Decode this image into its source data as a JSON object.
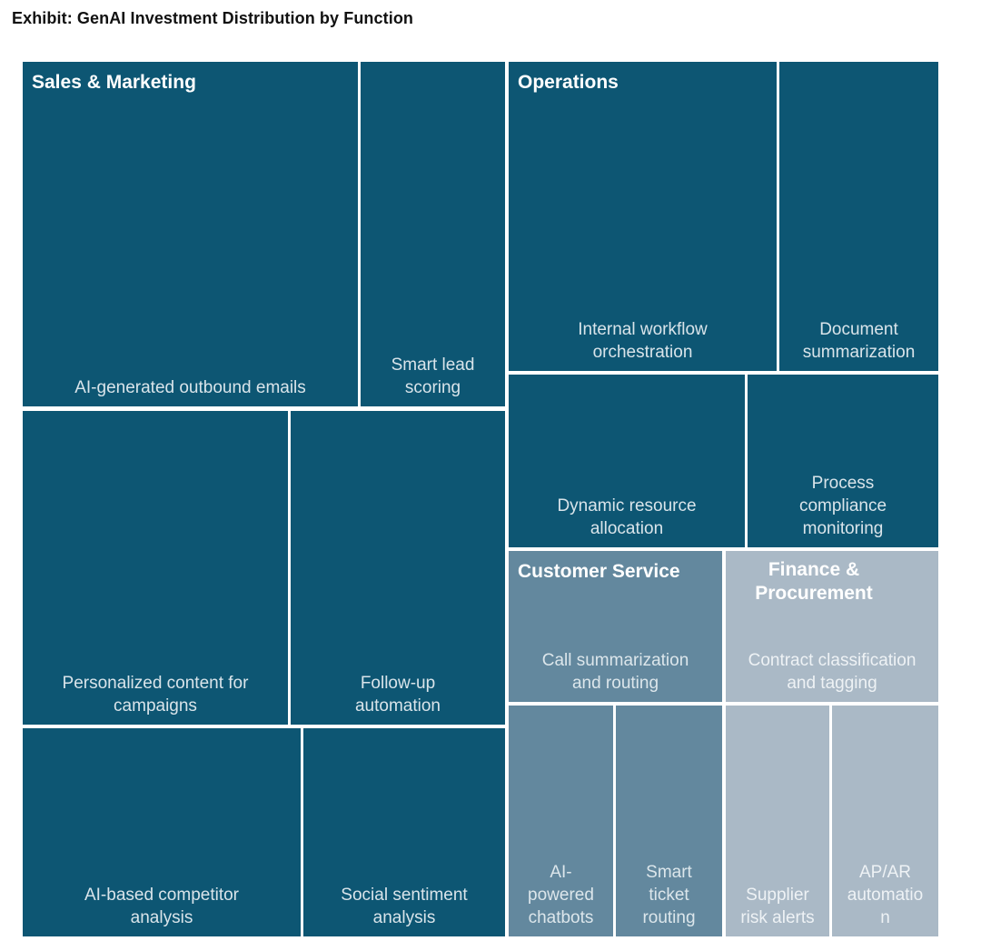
{
  "title": "Exhibit: GenAI Investment Distribution by Function",
  "chart_data": {
    "type": "treemap",
    "title": "Exhibit: GenAI Investment Distribution by Function",
    "legend": "none",
    "value_labels_shown": false,
    "groups": [
      {
        "name": "Sales & Marketing",
        "color": "#0d5673",
        "area_share_pct_est": 53,
        "items": [
          {
            "label": "AI-generated outbound emails",
            "area_share_pct_est": 15
          },
          {
            "label": "Smart lead scoring",
            "area_share_pct_est": 6
          },
          {
            "label": "Personalized content for campaigns",
            "area_share_pct_est": 11
          },
          {
            "label": "Follow-up automation",
            "area_share_pct_est": 9
          },
          {
            "label": "AI-based competitor analysis",
            "area_share_pct_est": 7
          },
          {
            "label": "Social sentiment analysis",
            "area_share_pct_est": 5
          }
        ]
      },
      {
        "name": "Operations",
        "color": "#0d5673",
        "area_share_pct_est": 26,
        "items": [
          {
            "label": "Internal workflow orchestration",
            "area_share_pct_est": 11
          },
          {
            "label": "Document summarization",
            "area_share_pct_est": 6
          },
          {
            "label": "Dynamic resource allocation",
            "area_share_pct_est": 5
          },
          {
            "label": "Process compliance monitoring",
            "area_share_pct_est": 4
          }
        ]
      },
      {
        "name": "Customer Service",
        "color": "#63889e",
        "area_share_pct_est": 10,
        "items": [
          {
            "label": "Call summarization and routing",
            "area_share_pct_est": 4
          },
          {
            "label": "AI-powered chatbots",
            "area_share_pct_est": 3
          },
          {
            "label": "Smart ticket routing",
            "area_share_pct_est": 3
          }
        ]
      },
      {
        "name": "Finance & Procurement",
        "color": "#aab9c6",
        "area_share_pct_est": 10,
        "items": [
          {
            "label": "Contract classification and tagging",
            "area_share_pct_est": 4
          },
          {
            "label": "Supplier risk alerts",
            "area_share_pct_est": 3
          },
          {
            "label": "AP/AR automation",
            "area_share_pct_est": 3
          }
        ]
      }
    ],
    "colors": {
      "background": "#ffffff",
      "title_text": "#111111",
      "group_header_text": "#ffffff",
      "cell_label_text": "#d9e4ea",
      "cell_gap": "#ffffff"
    }
  }
}
